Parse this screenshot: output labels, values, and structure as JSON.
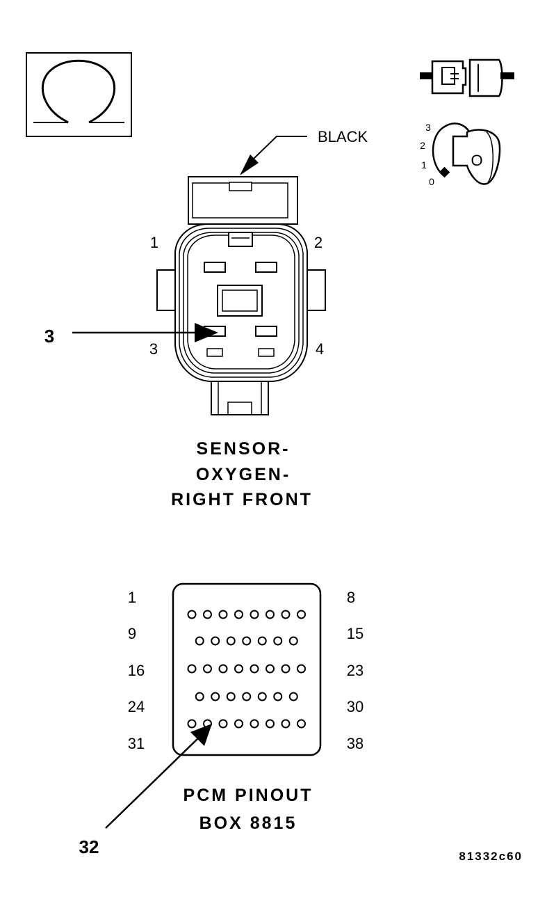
{
  "connector": {
    "color_label": "BLACK",
    "pin_labels": [
      "1",
      "2",
      "3",
      "4"
    ],
    "callout": "3",
    "title": [
      "SENSOR-",
      "OXYGEN-",
      "RIGHT FRONT"
    ]
  },
  "pcm": {
    "left_labels": [
      "1",
      "9",
      "16",
      "24",
      "31"
    ],
    "right_labels": [
      "8",
      "15",
      "23",
      "30",
      "38"
    ],
    "row_pin_counts": [
      8,
      7,
      8,
      7,
      8
    ],
    "callout": "32",
    "title": [
      "PCM PINOUT",
      "BOX 8815"
    ]
  },
  "ignition": {
    "positions": [
      "3",
      "2",
      "1",
      "0"
    ],
    "key_mark": "O"
  },
  "icons": {
    "resistance": "ohm-meter-icon",
    "connector": "unplug-connector-icon",
    "ignition": "ignition-key-icon"
  },
  "figure_code": "81332c60"
}
